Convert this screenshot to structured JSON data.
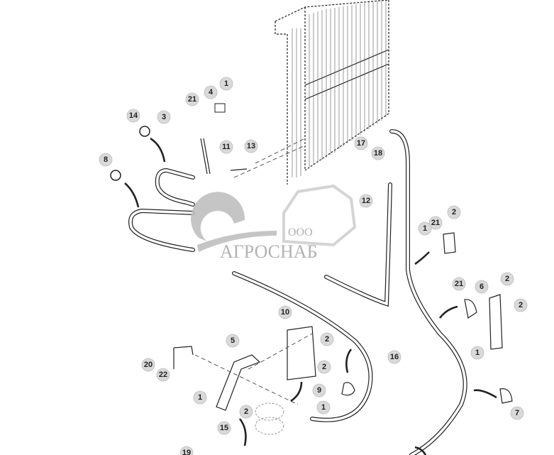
{
  "diagram": {
    "watermark": {
      "prefix": "ООО",
      "name": "АГРОСНАБ"
    },
    "callouts": [
      {
        "label": "14"
      },
      {
        "label": "3"
      },
      {
        "label": "21"
      },
      {
        "label": "4"
      },
      {
        "label": "1"
      },
      {
        "label": "11"
      },
      {
        "label": "13"
      },
      {
        "label": "8"
      },
      {
        "label": "17"
      },
      {
        "label": "18"
      },
      {
        "label": "12"
      },
      {
        "label": "2"
      },
      {
        "label": "21"
      },
      {
        "label": "1"
      },
      {
        "label": "21"
      },
      {
        "label": "6"
      },
      {
        "label": "2"
      },
      {
        "label": "2"
      },
      {
        "label": "1"
      },
      {
        "label": "10"
      },
      {
        "label": "2"
      },
      {
        "label": "5"
      },
      {
        "label": "16"
      },
      {
        "label": "20"
      },
      {
        "label": "22"
      },
      {
        "label": "2"
      },
      {
        "label": "9"
      },
      {
        "label": "1"
      },
      {
        "label": "1"
      },
      {
        "label": "2"
      },
      {
        "label": "15"
      },
      {
        "label": "7"
      },
      {
        "label": "19"
      }
    ]
  }
}
